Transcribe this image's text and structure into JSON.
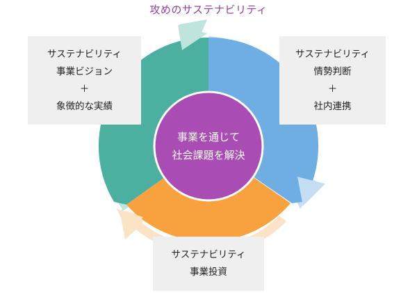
{
  "title": "攻めのサステナビリティ",
  "colors": {
    "title": "#8e3fa8",
    "teal": "#4bb0a0",
    "teal_light": "#bfe3dd",
    "blue": "#6eaee3",
    "blue_light": "#c4def3",
    "orange": "#f7a23e",
    "orange_light": "#fbe3c6",
    "center": "#a94cb4",
    "box_bg": "#efefef"
  },
  "center": {
    "lines": [
      "事業を通じて",
      "社会課題を解決"
    ]
  },
  "boxes": {
    "left": {
      "lines": [
        "サステナビリティ",
        "事業ビジョン",
        "＋",
        "象徴的な実績"
      ]
    },
    "right": {
      "lines": [
        "サステナビリティ",
        "情勢判断",
        "＋",
        "社内連携"
      ]
    },
    "bottom": {
      "lines": [
        "サステナビリティ",
        "事業投資"
      ]
    }
  }
}
